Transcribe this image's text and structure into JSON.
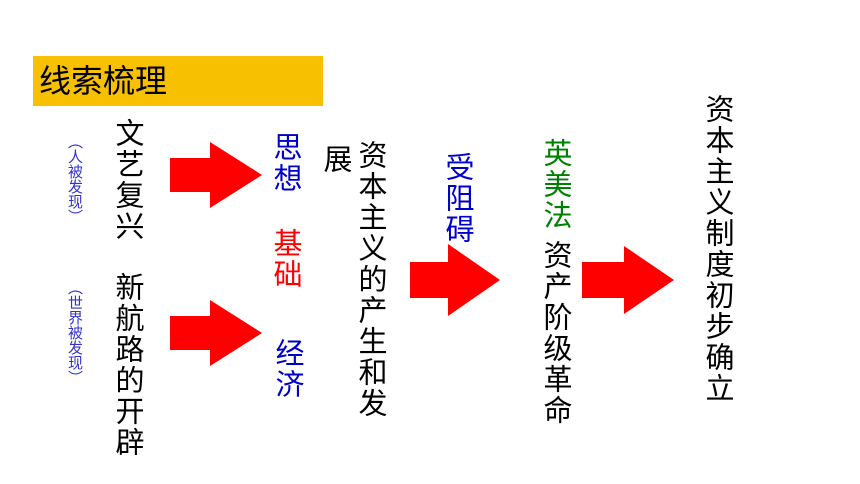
{
  "title": "线索梳理",
  "nodes": {
    "renaissance": "文艺复兴",
    "renaissance_note": "（人被发现）",
    "new_route": "新航路的开辟",
    "new_route_note": "（世界被发现）",
    "thought": "思想",
    "foundation": "基础",
    "economy": "经济",
    "capitalism_part1": "资本主义的产生和发",
    "capitalism_part2": "展",
    "obstructed": "受阻碍",
    "countries": "英美法",
    "revolution": "资产阶级革命",
    "result": "资本主义制度初步确立"
  },
  "colors": {
    "title_bg": "#f7c000",
    "arrow": "#ff0000",
    "blue": "#0000cc",
    "red": "#ff0000",
    "green": "#008000",
    "note": "#3333cc"
  }
}
